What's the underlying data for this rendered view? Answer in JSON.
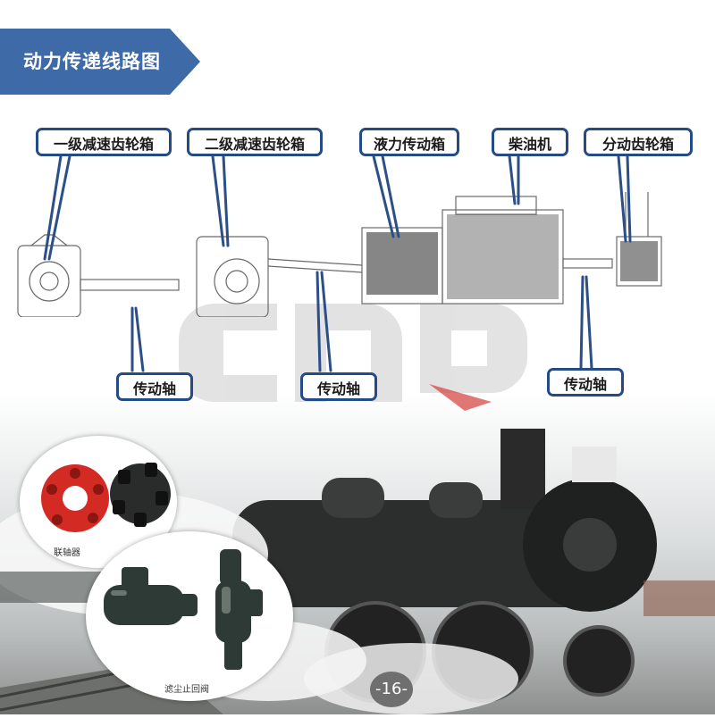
{
  "title": "动力传递线路图",
  "labels": {
    "reduction_gearbox_1": "一级减速齿轮箱",
    "reduction_gearbox_2": "二级减速齿轮箱",
    "hydraulic_transmission": "液力传动箱",
    "diesel_engine": "柴油机",
    "transfer_gearbox": "分动齿轮箱",
    "shaft_1": "传动轴",
    "shaft_2": "传动轴",
    "shaft_3": "传动轴"
  },
  "products": {
    "coupling": "联轴器",
    "check_valve": "滤尘止回阀"
  },
  "page_number": "-16-",
  "colors": {
    "banner": "#3f6aa8",
    "label_border": "#244b86",
    "coupling_red": "#d42a24"
  }
}
